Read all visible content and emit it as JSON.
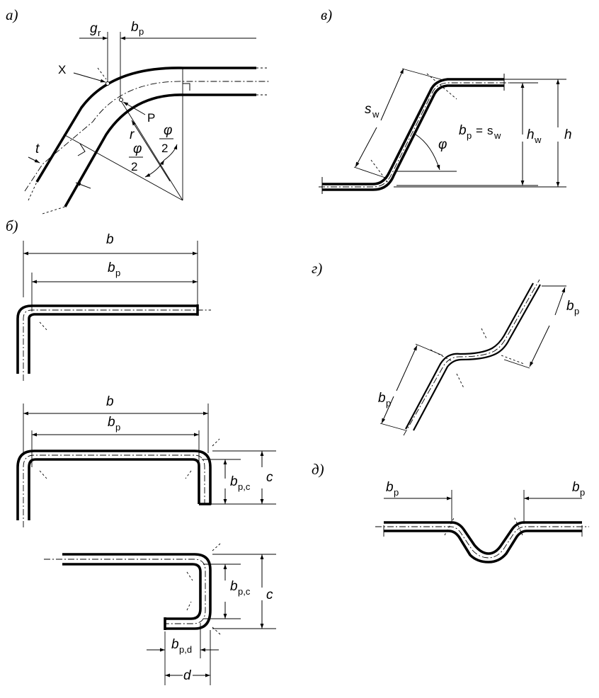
{
  "panels": {
    "a": {
      "label": "а)",
      "g": "g",
      "g_sub": "r",
      "b": "b",
      "b_sub": "p",
      "x": "X",
      "p": "P",
      "r": "r",
      "t": "t",
      "phi": "φ",
      "two": "2"
    },
    "v": {
      "label": "в)",
      "s": "s",
      "s_sub": "w",
      "formula_b": "b",
      "formula_b_sub": "p",
      "formula_eq": "=",
      "formula_s": "s",
      "formula_s_sub": "w",
      "phi": "φ",
      "h": "h",
      "h_sub": "w",
      "h_total": "h"
    },
    "b": {
      "label": "б)",
      "b": "b",
      "bp": "b",
      "bp_sub": "p",
      "bpc_sub": "p,c",
      "bpd_sub": "p,d",
      "c": "c",
      "d": "d"
    },
    "g": {
      "label": "г)",
      "bp": "b",
      "bp_sub": "p"
    },
    "d": {
      "label": "д)",
      "bp": "b",
      "bp_sub": "p"
    }
  }
}
